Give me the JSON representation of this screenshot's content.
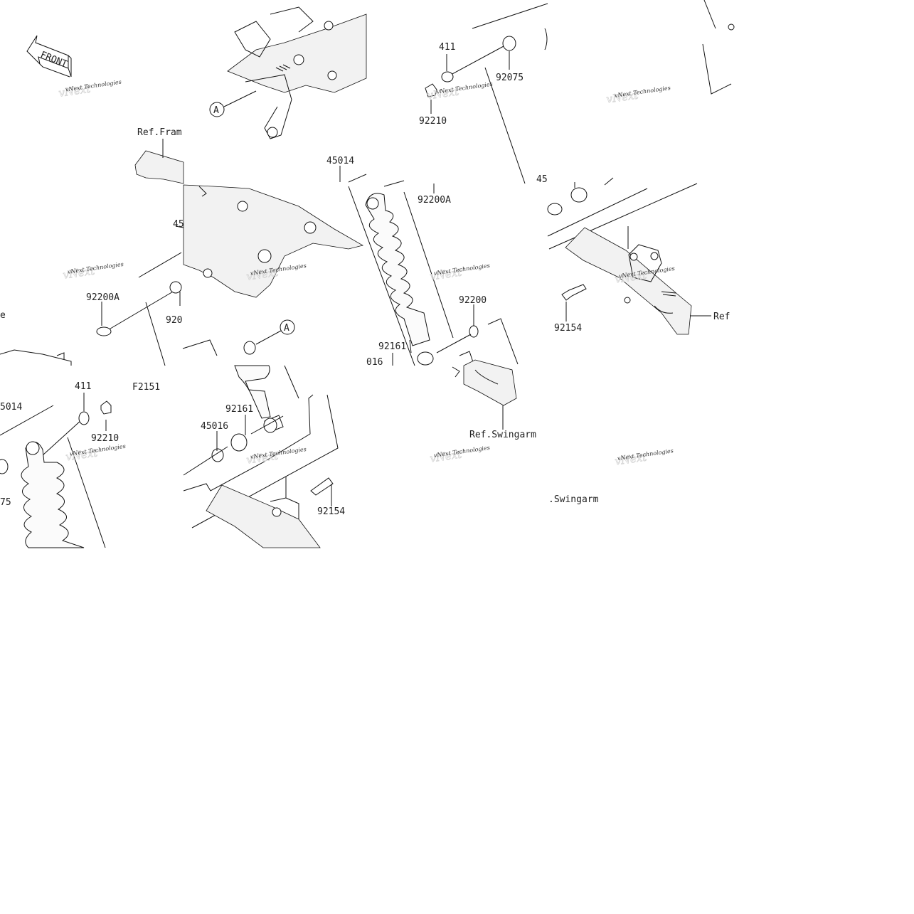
{
  "tiles": [
    {
      "id": "t1",
      "labels": [
        {
          "id": "ref-frame-label",
          "text": "Ref.Fram"
        },
        {
          "id": "part-45014-a",
          "text": "45"
        },
        {
          "id": "part-92200A-a",
          "text": "92200A"
        },
        {
          "id": "part-92075-a",
          "text": "920"
        },
        {
          "id": "part-ref-frame-cut",
          "text": "e"
        },
        {
          "id": "part-411-a",
          "text": "411"
        },
        {
          "id": "part-92210-a",
          "text": "92210"
        },
        {
          "id": "part-45014-b",
          "text": "5014"
        },
        {
          "id": "part-92075-b",
          "text": "75"
        },
        {
          "id": "figure-code",
          "text": "F2151"
        },
        {
          "id": "part-92161-a",
          "text": "92161"
        },
        {
          "id": "part-45016-a",
          "text": "45016"
        },
        {
          "id": "part-92154-a",
          "text": "92154"
        }
      ]
    },
    {
      "id": "t2",
      "labels": [
        {
          "id": "part-411-b",
          "text": "411"
        },
        {
          "id": "part-92075-c",
          "text": "92075"
        },
        {
          "id": "part-92210-b",
          "text": "92210"
        },
        {
          "id": "part-45014-c",
          "text": "45014"
        },
        {
          "id": "part-92200A-b",
          "text": "92200A"
        },
        {
          "id": "part-92200-a",
          "text": "92200"
        },
        {
          "id": "part-92161-b",
          "text": "92161"
        },
        {
          "id": "part-45016-b",
          "text": "016"
        },
        {
          "id": "ref-swingarm-a",
          "text": "Ref.Swingarm"
        }
      ]
    },
    {
      "id": "t3",
      "labels": [
        {
          "id": "part-45014-d",
          "text": "45"
        },
        {
          "id": "part-92154-b",
          "text": "92154"
        },
        {
          "id": "ref-swingarm-b",
          "text": "Ref"
        },
        {
          "id": "ref-swingarm-c",
          "text": ".Swingarm"
        }
      ]
    }
  ],
  "front_badge": "FRONT",
  "callout_letter": "A",
  "watermark": "vNext Technologies",
  "colors": {
    "line": "#111111",
    "background": "#ffffff",
    "watermark": "#d6d6d6"
  },
  "icons": [
    "front-arrow-icon",
    "callout-circle-icon"
  ]
}
